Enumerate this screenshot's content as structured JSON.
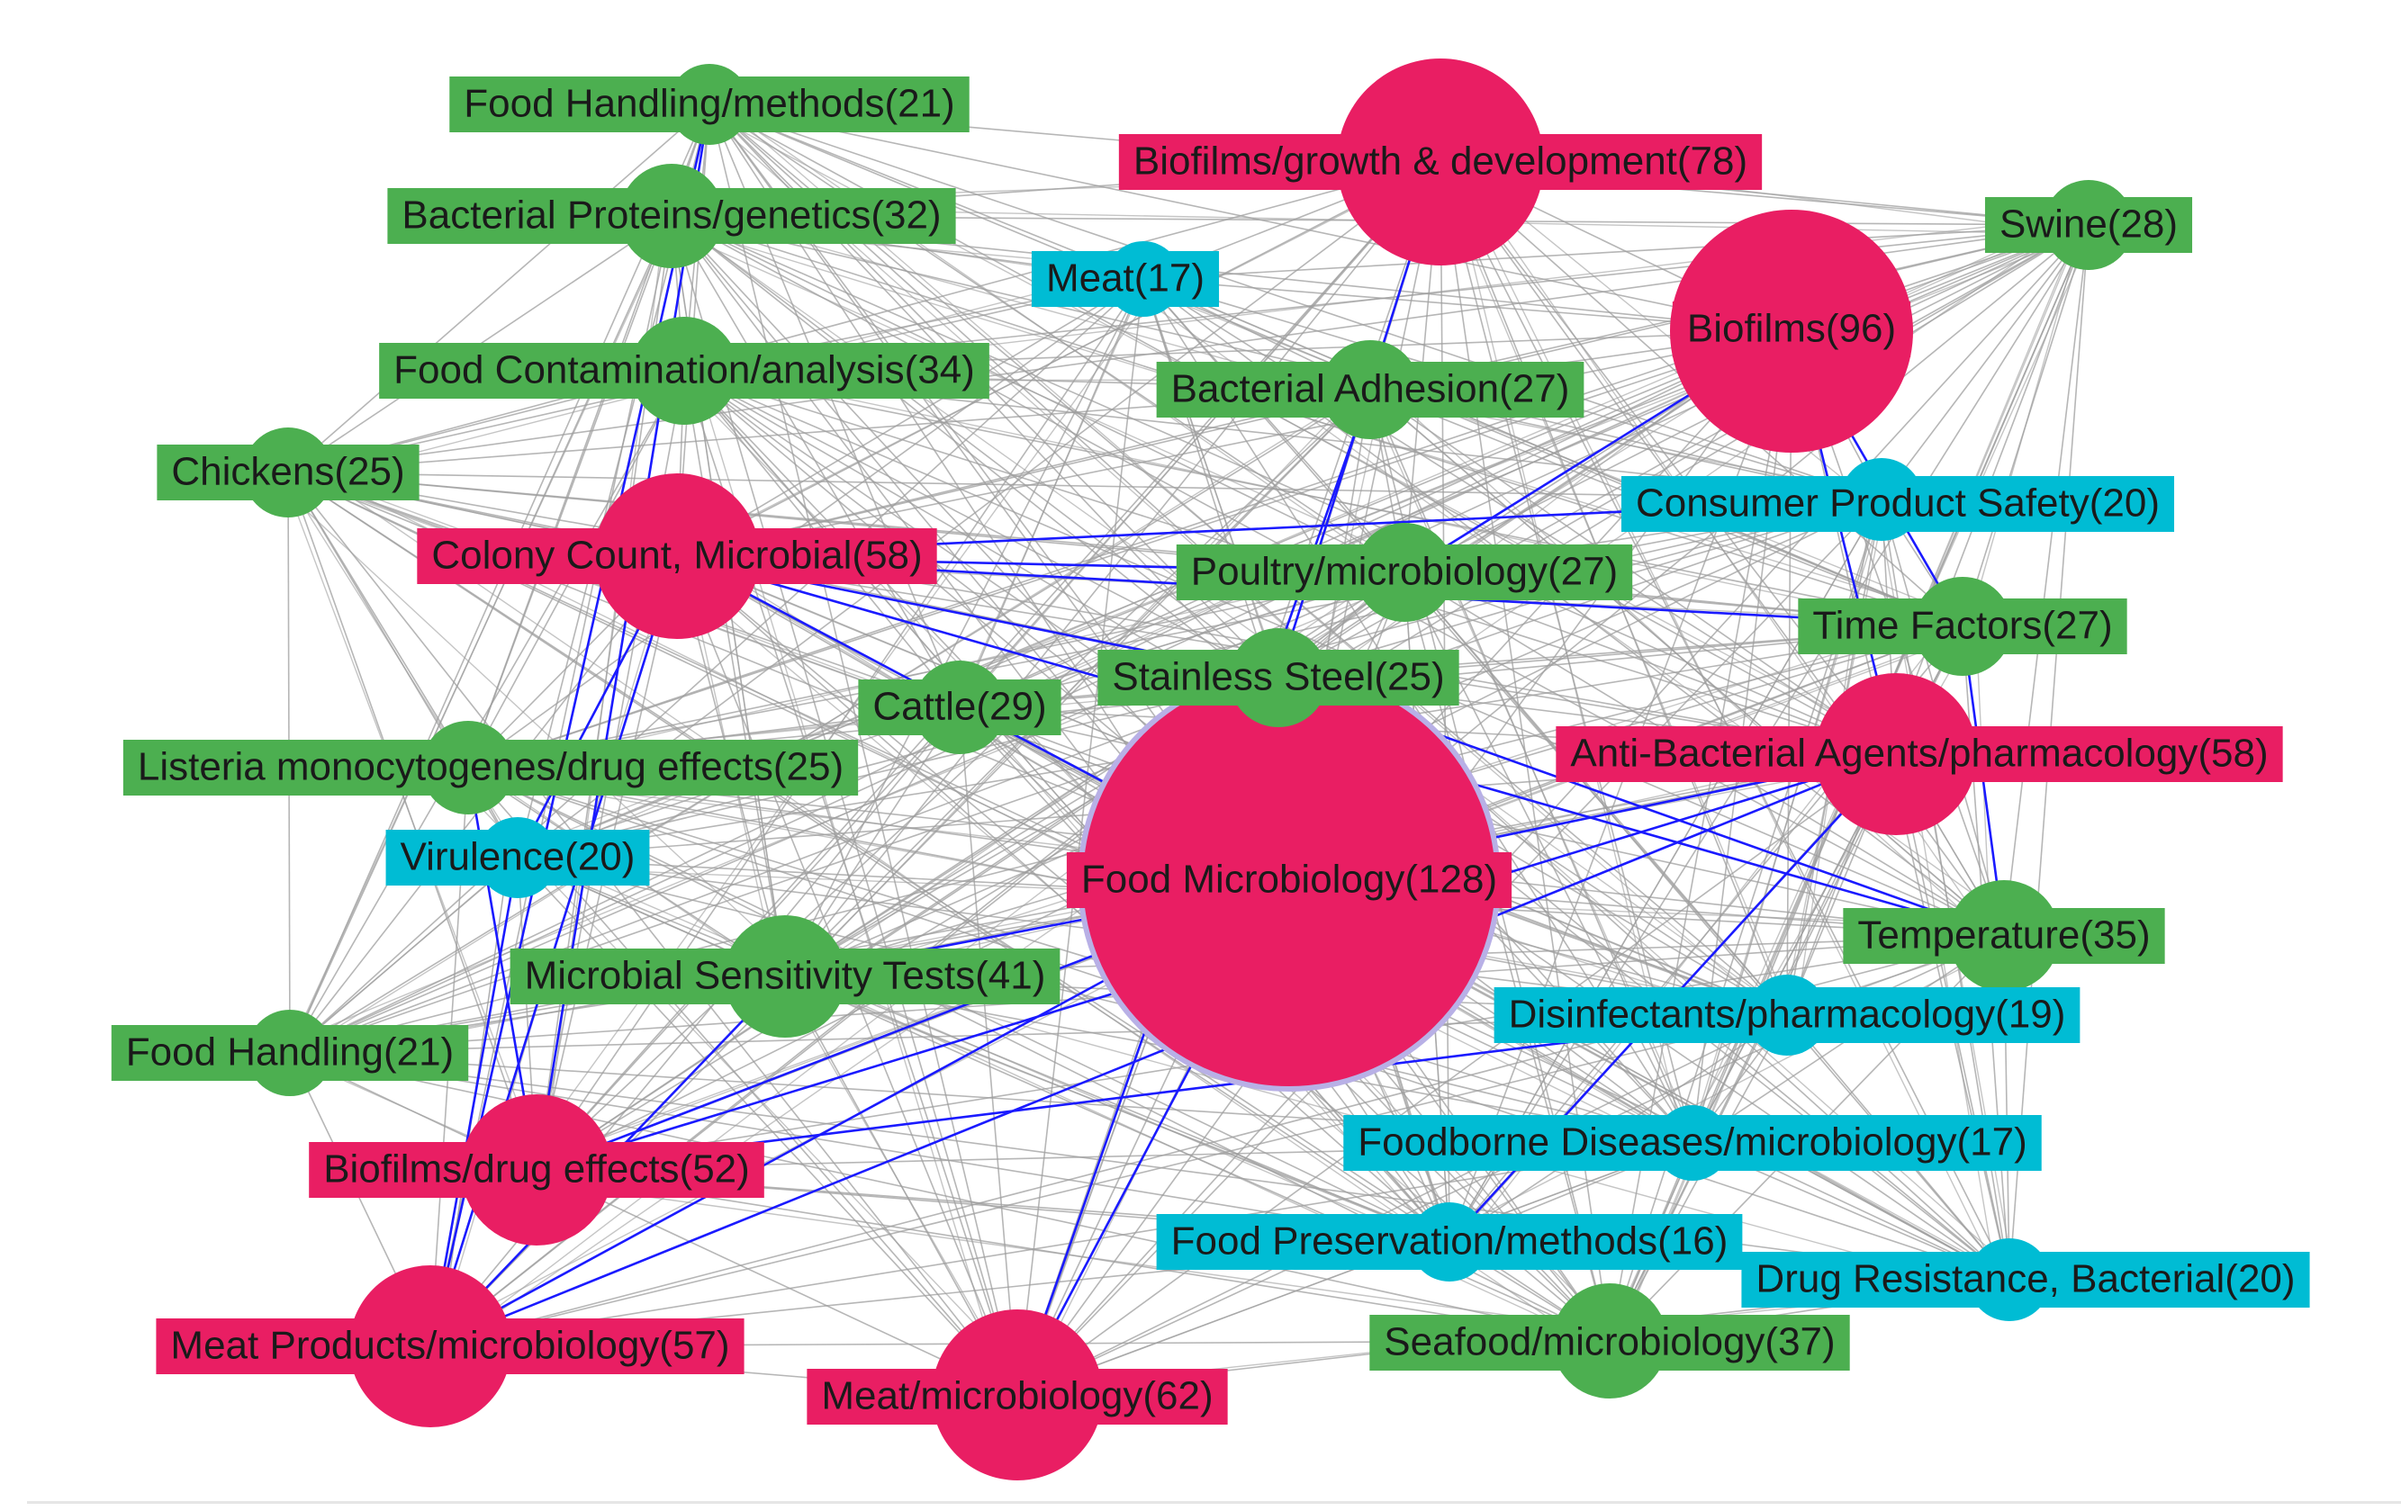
{
  "colors": {
    "red": "#e91e63",
    "green": "#4caf50",
    "cyan": "#00bcd4",
    "edge_gray": "#9e9e9e",
    "edge_blue": "#1a1aff",
    "label_text": "#1a1a1a"
  },
  "nodes": [
    {
      "id": "food-microbiology",
      "label": "Food Microbiology(128)",
      "group": "red",
      "count": 128
    },
    {
      "id": "biofilms",
      "label": "Biofilms(96)",
      "group": "red",
      "count": 96
    },
    {
      "id": "biofilms-growth",
      "label": "Biofilms/growth & development(78)",
      "group": "red",
      "count": 78
    },
    {
      "id": "meat-microbiology",
      "label": "Meat/microbiology(62)",
      "group": "red",
      "count": 62
    },
    {
      "id": "colony-count",
      "label": "Colony Count, Microbial(58)",
      "group": "red",
      "count": 58
    },
    {
      "id": "anti-bacterial",
      "label": "Anti-Bacterial Agents/pharmacology(58)",
      "group": "red",
      "count": 58
    },
    {
      "id": "meat-products",
      "label": "Meat Products/microbiology(57)",
      "group": "red",
      "count": 57
    },
    {
      "id": "biofilms-drug",
      "label": "Biofilms/drug effects(52)",
      "group": "red",
      "count": 52
    },
    {
      "id": "microbial-sensitivity",
      "label": "Microbial Sensitivity Tests(41)",
      "group": "green",
      "count": 41
    },
    {
      "id": "seafood",
      "label": "Seafood/microbiology(37)",
      "group": "green",
      "count": 37
    },
    {
      "id": "temperature",
      "label": "Temperature(35)",
      "group": "green",
      "count": 35
    },
    {
      "id": "food-contamination",
      "label": "Food Contamination/analysis(34)",
      "group": "green",
      "count": 34
    },
    {
      "id": "bacterial-proteins",
      "label": "Bacterial Proteins/genetics(32)",
      "group": "green",
      "count": 32
    },
    {
      "id": "cattle",
      "label": "Cattle(29)",
      "group": "green",
      "count": 29
    },
    {
      "id": "swine",
      "label": "Swine(28)",
      "group": "green",
      "count": 28
    },
    {
      "id": "bacterial-adhesion",
      "label": "Bacterial Adhesion(27)",
      "group": "green",
      "count": 27
    },
    {
      "id": "poultry",
      "label": "Poultry/microbiology(27)",
      "group": "green",
      "count": 27
    },
    {
      "id": "time-factors",
      "label": "Time Factors(27)",
      "group": "green",
      "count": 27
    },
    {
      "id": "chickens",
      "label": "Chickens(25)",
      "group": "green",
      "count": 25
    },
    {
      "id": "stainless-steel",
      "label": "Stainless Steel(25)",
      "group": "green",
      "count": 25
    },
    {
      "id": "listeria",
      "label": "Listeria monocytogenes/drug effects(25)",
      "group": "green",
      "count": 25
    },
    {
      "id": "food-handling-methods",
      "label": "Food Handling/methods(21)",
      "group": "green",
      "count": 21
    },
    {
      "id": "food-handling",
      "label": "Food Handling(21)",
      "group": "green",
      "count": 21
    },
    {
      "id": "consumer-safety",
      "label": "Consumer Product Safety(20)",
      "group": "cyan",
      "count": 20
    },
    {
      "id": "virulence",
      "label": "Virulence(20)",
      "group": "cyan",
      "count": 20
    },
    {
      "id": "drug-resistance",
      "label": "Drug Resistance, Bacterial(20)",
      "group": "cyan",
      "count": 20
    },
    {
      "id": "disinfectants",
      "label": "Disinfectants/pharmacology(19)",
      "group": "cyan",
      "count": 19
    },
    {
      "id": "meat",
      "label": "Meat(17)",
      "group": "cyan",
      "count": 17
    },
    {
      "id": "foodborne",
      "label": "Foodborne Diseases/microbiology(17)",
      "group": "cyan",
      "count": 17
    },
    {
      "id": "food-preservation",
      "label": "Food Preservation/methods(16)",
      "group": "cyan",
      "count": 16
    }
  ],
  "highlighted_edges": [
    [
      "colony-count",
      "consumer-safety"
    ],
    [
      "colony-count",
      "poultry"
    ],
    [
      "colony-count",
      "time-factors"
    ],
    [
      "colony-count",
      "temperature"
    ],
    [
      "colony-count",
      "stainless-steel"
    ],
    [
      "colony-count",
      "food-microbiology"
    ],
    [
      "colony-count",
      "meat-products"
    ],
    [
      "colony-count",
      "virulence"
    ],
    [
      "food-handling-methods",
      "meat-products"
    ],
    [
      "food-handling-methods",
      "biofilms-drug"
    ],
    [
      "biofilms",
      "anti-bacterial"
    ],
    [
      "biofilms",
      "time-factors"
    ],
    [
      "biofilms",
      "poultry"
    ],
    [
      "biofilms-growth",
      "stainless-steel"
    ],
    [
      "anti-bacterial",
      "food-microbiology"
    ],
    [
      "anti-bacterial",
      "biofilms-drug"
    ],
    [
      "anti-bacterial",
      "meat-products"
    ],
    [
      "anti-bacterial",
      "food-preservation"
    ],
    [
      "food-microbiology",
      "meat-products"
    ],
    [
      "food-microbiology",
      "meat-microbiology"
    ],
    [
      "food-microbiology",
      "biofilms-drug"
    ],
    [
      "food-microbiology",
      "microbial-sensitivity"
    ],
    [
      "bacterial-adhesion",
      "meat-microbiology"
    ],
    [
      "disinfectants",
      "biofilms-drug"
    ],
    [
      "meat-products",
      "virulence"
    ],
    [
      "meat-products",
      "microbial-sensitivity"
    ],
    [
      "time-factors",
      "temperature"
    ],
    [
      "stainless-steel",
      "temperature"
    ],
    [
      "biofilms-drug",
      "listeria"
    ]
  ]
}
